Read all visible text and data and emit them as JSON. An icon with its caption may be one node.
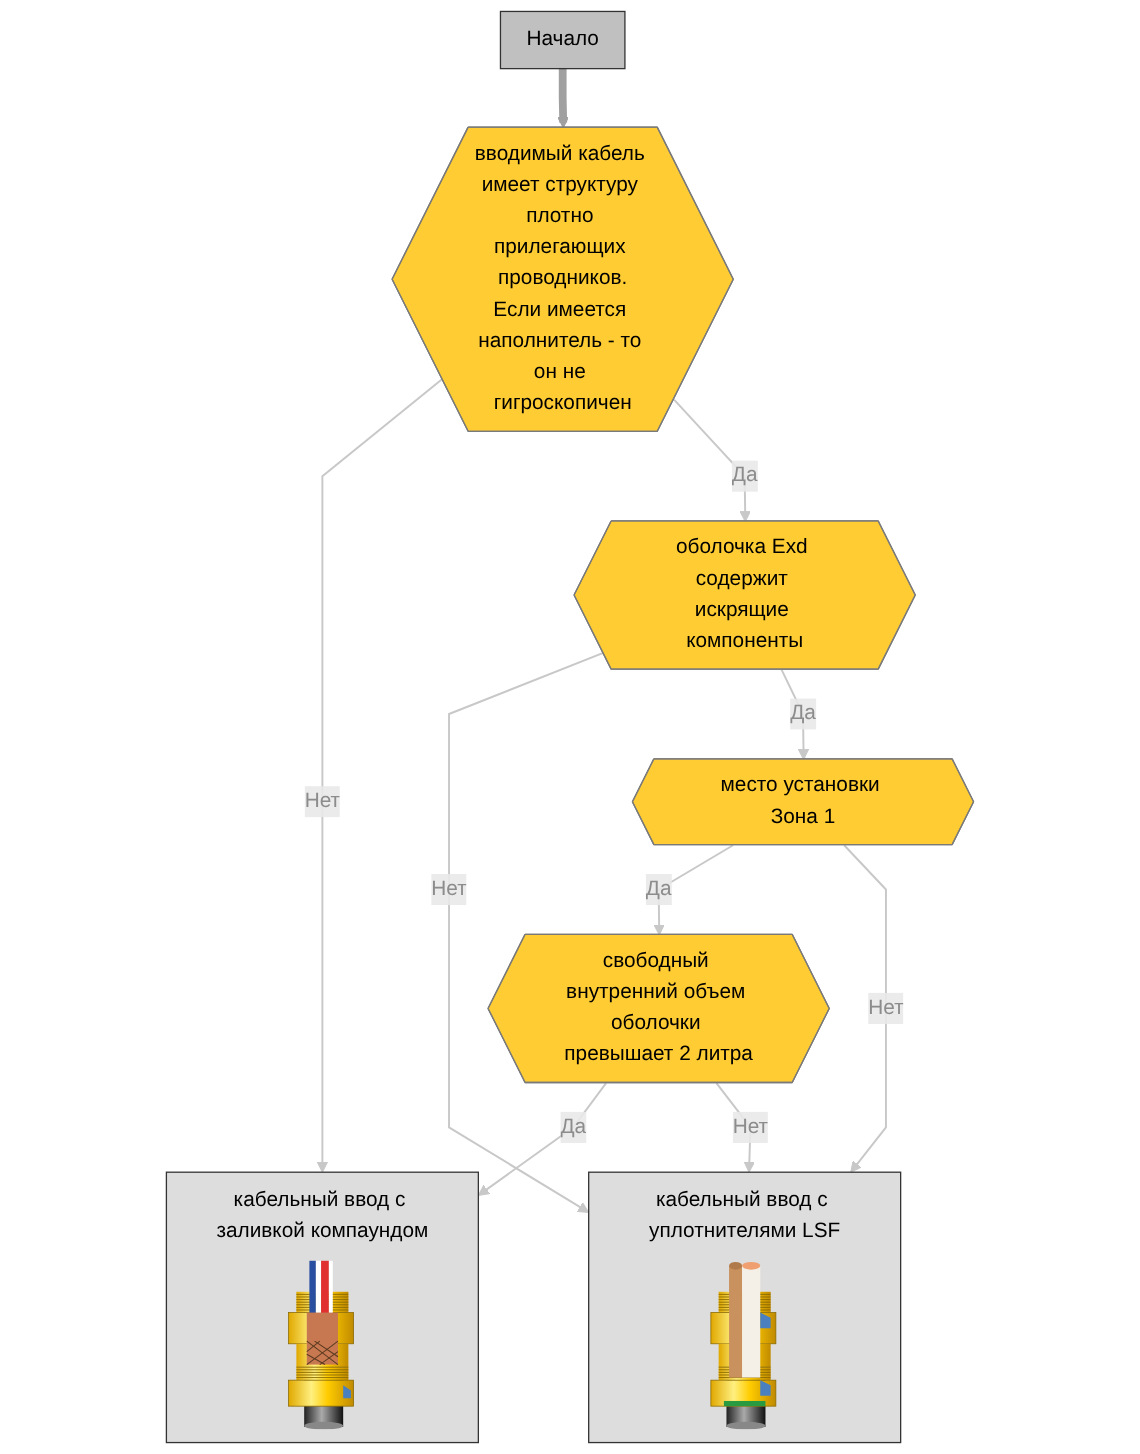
{
  "diagram": {
    "nodes": [
      {
        "text": [
          "Начало"
        ]
      },
      {
        "text": [
          "вводимый кабель имеет структуру плотно прилегающих проводников.",
          "Если имеется наполнитель - то он не гигроскопичен"
        ]
      },
      {
        "text": [
          "оболочка Exd содержит искрящие компоненты"
        ]
      },
      {
        "text": [
          "место установки Зона 1"
        ]
      },
      {
        "text": [
          "свободный внутренний объем оболочки превышает 2 литра"
        ]
      },
      {
        "text": [
          "кабельный ввод с заливкой компаундом"
        ]
      },
      {
        "text": [
          "кабельный ввод с уплотнителями LSF"
        ]
      }
    ],
    "edges": [
      {
        "from": 0,
        "to": 1,
        "arrow": "to",
        "style": "thick",
        "color": "#a0a0a0"
      },
      {
        "from": 1,
        "to": 5,
        "arrow": "to",
        "label": "Нет"
      },
      {
        "from": 1,
        "to": 2,
        "arrow": "to",
        "label": "Да"
      },
      {
        "from": 2,
        "to": 6,
        "arrow": "to",
        "label": "Нет"
      },
      {
        "from": 2,
        "to": 3,
        "arrow": "to",
        "label": "Да"
      },
      {
        "from": 3,
        "to": 4,
        "arrow": "to",
        "label": "Да"
      },
      {
        "from": 3,
        "to": 6,
        "arrow": "to",
        "label": "Нет"
      },
      {
        "from": 4,
        "to": 5,
        "arrow": "to",
        "label": "Да"
      },
      {
        "from": 4,
        "to": 6,
        "arrow": "to",
        "label": "Нет"
      }
    ]
  }
}
